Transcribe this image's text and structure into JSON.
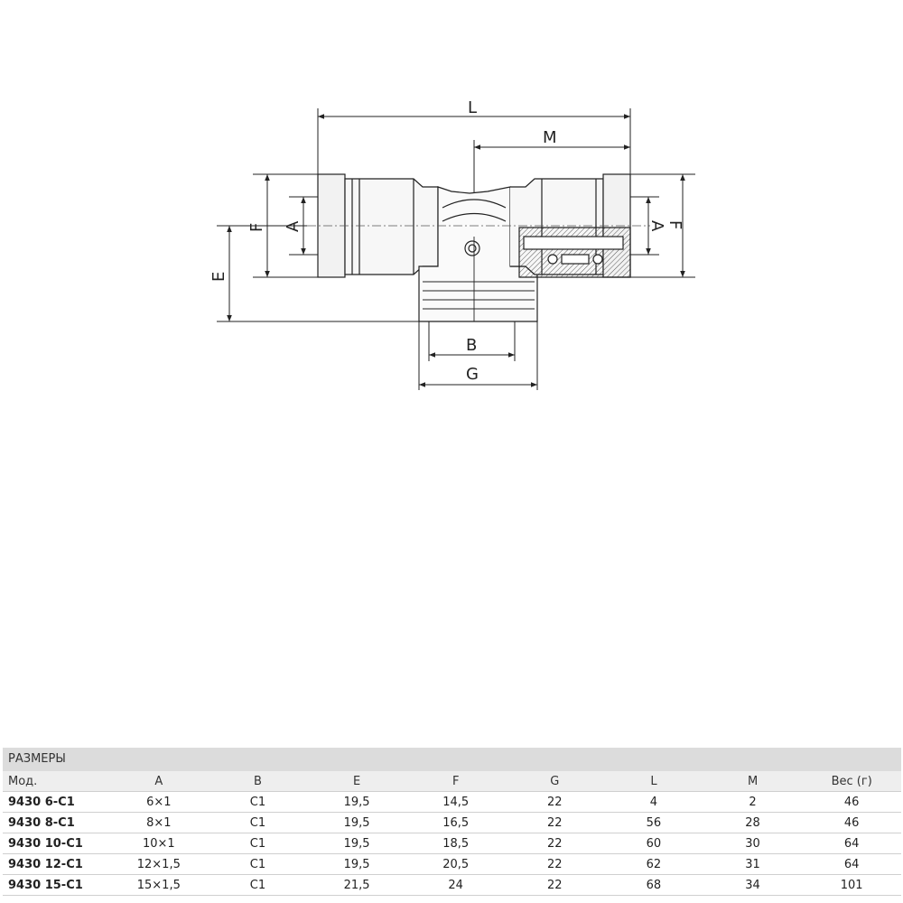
{
  "drawing": {
    "labels": {
      "L": "L",
      "M": "M",
      "A_left": "A",
      "F_left": "F",
      "E": "E",
      "A_right": "A",
      "F_right": "F",
      "B": "B",
      "G": "G"
    }
  },
  "table": {
    "caption": "РАЗМЕРЫ",
    "headers": [
      "Мод.",
      "A",
      "B",
      "E",
      "F",
      "G",
      "L",
      "M",
      "Вес (г)"
    ],
    "rows": [
      [
        "9430 6-C1",
        "6×1",
        "C1",
        "19,5",
        "14,5",
        "22",
        "4",
        "2",
        "46"
      ],
      [
        "9430 8-C1",
        "8×1",
        "C1",
        "19,5",
        "16,5",
        "22",
        "56",
        "28",
        "46"
      ],
      [
        "9430 10-C1",
        "10×1",
        "C1",
        "19,5",
        "18,5",
        "22",
        "60",
        "30",
        "64"
      ],
      [
        "9430 12-C1",
        "12×1,5",
        "C1",
        "19,5",
        "20,5",
        "22",
        "62",
        "31",
        "64"
      ],
      [
        "9430 15-C1",
        "15×1,5",
        "C1",
        "21,5",
        "24",
        "22",
        "68",
        "34",
        "101"
      ]
    ]
  }
}
